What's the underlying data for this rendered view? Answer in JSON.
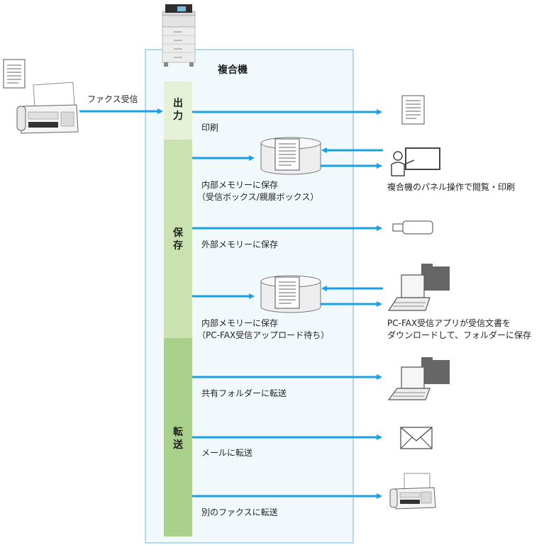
{
  "mfp": {
    "title": "複合機"
  },
  "source": {
    "label": "ファクス受信"
  },
  "bands": {
    "output": {
      "label": "出力"
    },
    "save": {
      "label": "保存"
    },
    "forward": {
      "label": "転送"
    }
  },
  "flows": [
    {
      "id": "print",
      "label": "印刷"
    },
    {
      "id": "internal-memory-box",
      "label_line1": "内部メモリーに保存",
      "label_line2": "（受信ボックス/親展ボックス）"
    },
    {
      "id": "external-memory",
      "label": "外部メモリーに保存"
    },
    {
      "id": "internal-memory-pcfax",
      "label_line1": "内部メモリーに保存",
      "label_line2": "（PC-FAX受信アップロード待ち）"
    },
    {
      "id": "shared-folder",
      "label": "共有フォルダーに転送"
    },
    {
      "id": "mail",
      "label": "メールに転送"
    },
    {
      "id": "other-fax",
      "label": "別のファクスに転送"
    }
  ],
  "targets": {
    "panel": {
      "label": "複合機のパネル操作で閲覧・印刷"
    },
    "pcfax_line1": "PC-FAX受信アプリが受信文書を",
    "pcfax_line2": "ダウンロードして、フォルダーに保存"
  },
  "colors": {
    "arrow": "#1aa0e6",
    "box_border": "#6cb8dc",
    "box_fill": "#f2f9fc",
    "band_output": "#e6f1d8",
    "band_save": "#c9e2b0",
    "band_forward": "#a9d18a"
  }
}
